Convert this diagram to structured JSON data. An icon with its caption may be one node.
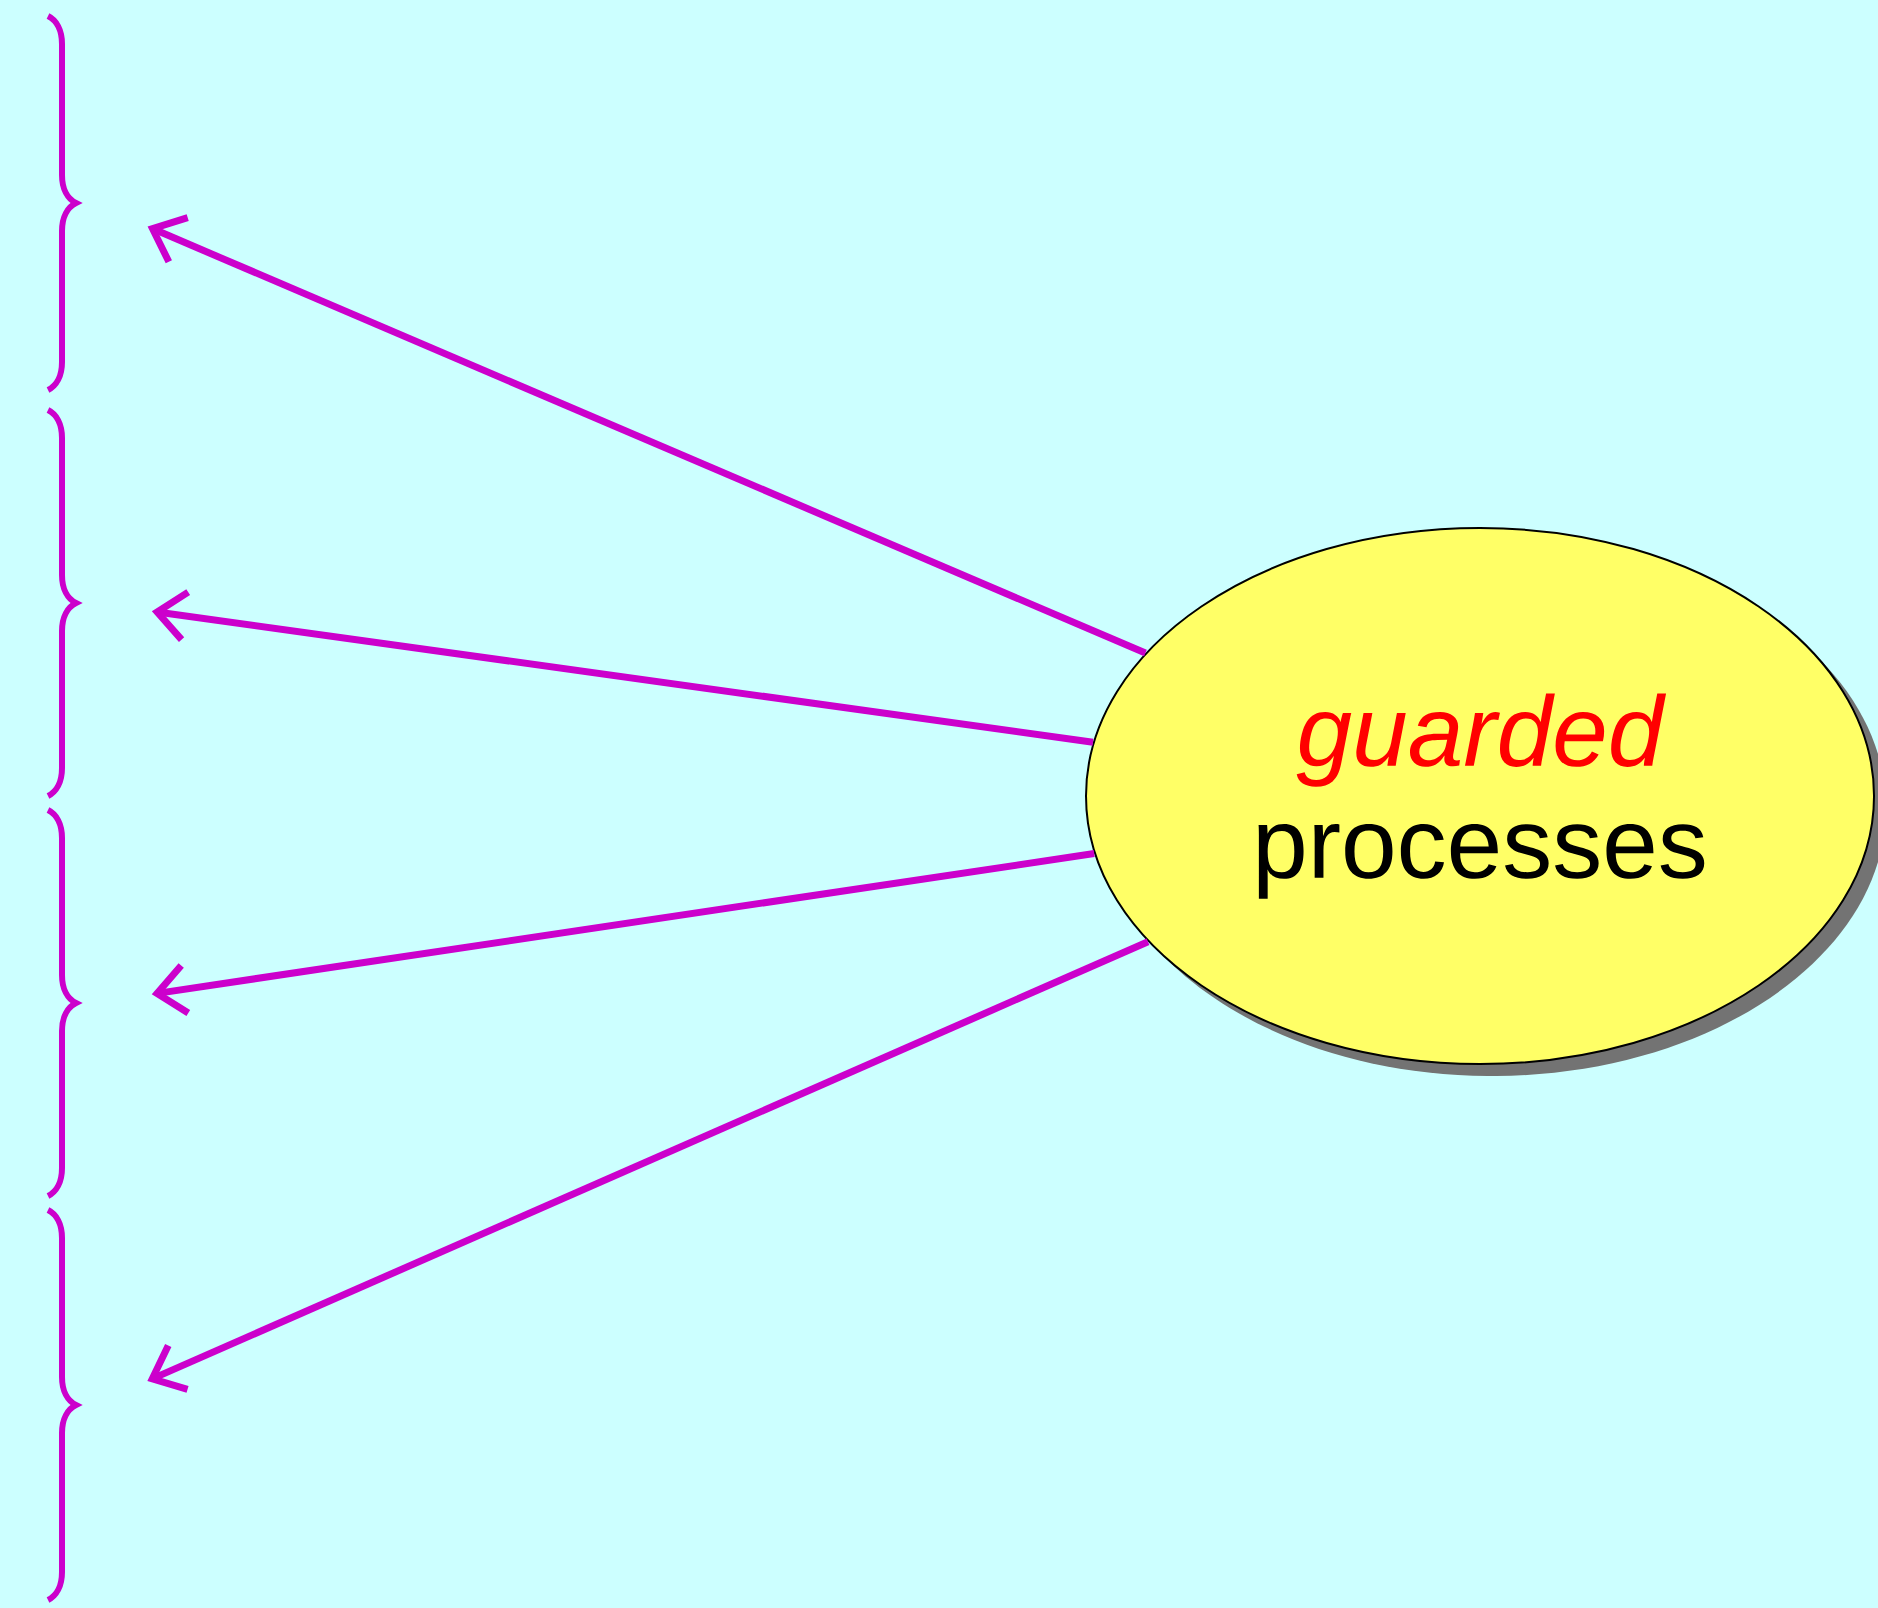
{
  "diagram": {
    "nodes": [
      {
        "text": [],
        "shape": "brace"
      },
      {
        "text": [],
        "shape": "brace"
      },
      {
        "text": [],
        "shape": "brace"
      },
      {
        "text": [],
        "shape": "brace"
      },
      {
        "text": [
          "guarded",
          "processes"
        ]
      }
    ],
    "edges": [
      {
        "from": 4,
        "to": 0,
        "arrow": "to"
      },
      {
        "from": 4,
        "to": 1,
        "arrow": "to"
      },
      {
        "from": 4,
        "to": 2,
        "arrow": "to"
      },
      {
        "from": 4,
        "to": 3,
        "arrow": "to"
      }
    ]
  }
}
